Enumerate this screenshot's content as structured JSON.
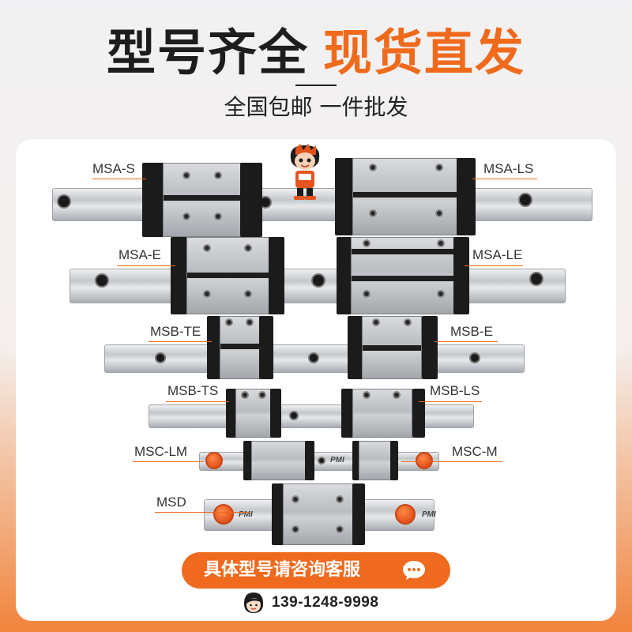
{
  "header": {
    "title_main": "型号齐全",
    "title_accent": "现货直发",
    "subtitle": "全国包邮 一件批发"
  },
  "models": {
    "msa_s": "MSA-S",
    "msa_ls": "MSA-LS",
    "msa_e": "MSA-E",
    "msa_le": "MSA-LE",
    "msb_te": "MSB-TE",
    "msb_e": "MSB-E",
    "msb_ts": "MSB-TS",
    "msb_ls": "MSB-LS",
    "msc_lm": "MSC-LM",
    "msc_m": "MSC-M",
    "msd": "MSD"
  },
  "brand_mark": "PMI",
  "cta": {
    "label": "具体型号请咨询客服",
    "icon": "chat-bubble-icon"
  },
  "contact": {
    "phone": "139-1248-9998",
    "icon": "service-avatar-icon"
  },
  "colors": {
    "accent": "#f06a1c",
    "dark": "#1d1d1d"
  }
}
